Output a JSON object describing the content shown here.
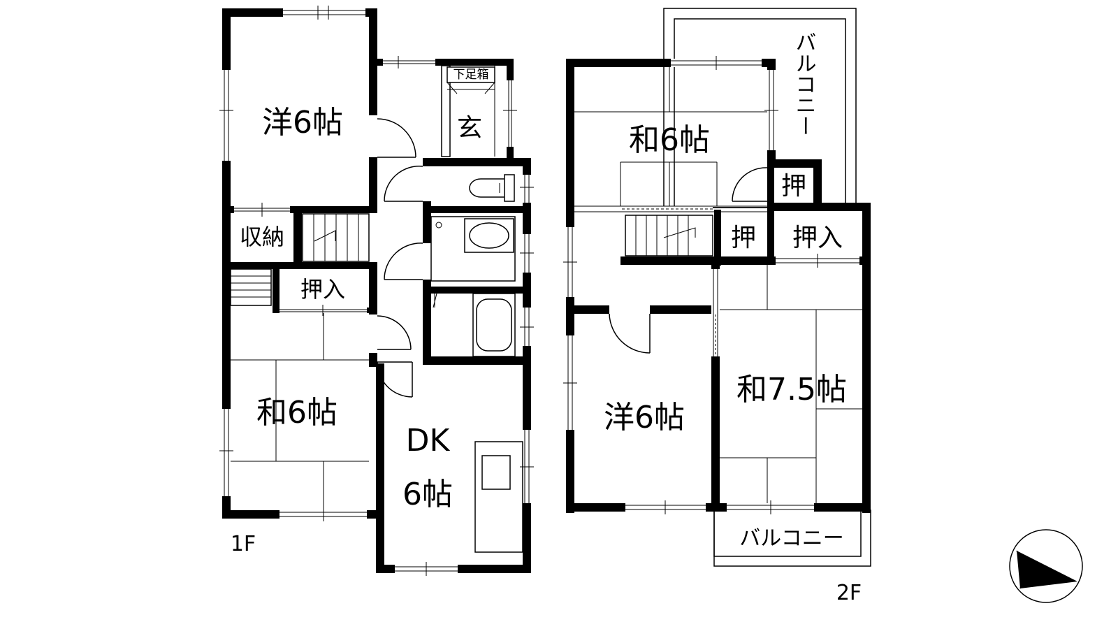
{
  "floor_1": {
    "label": "1F",
    "rooms": {
      "western_room": "洋6帖",
      "storage": "収納",
      "closet": "押入",
      "japanese_room": "和6帖",
      "dk_line1": "DK",
      "dk_line2": "6帖",
      "entrance": "玄",
      "shoe_box": "下足箱"
    }
  },
  "floor_2": {
    "label": "2F",
    "rooms": {
      "japanese_room_top": "和6帖",
      "closet_small_1": "押",
      "closet_small_2": "押",
      "closet": "押入",
      "western_room": "洋6帖",
      "japanese_room_large": "和7.5帖",
      "balcony_top": "バルコニー",
      "balcony_bottom": "バルコニー"
    }
  },
  "colors": {
    "wall": "#000000",
    "background": "#ffffff"
  },
  "icons": {
    "compass": "north-arrow-compass-icon"
  }
}
